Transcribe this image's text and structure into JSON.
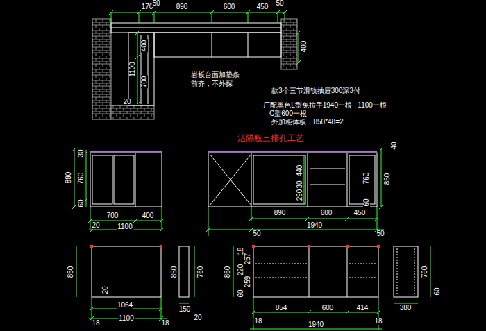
{
  "diagram": {
    "labels": [
      "170",
      "50",
      "890",
      "600",
      "450",
      "50",
      "400",
      "1100",
      "700",
      "20",
      "400",
      "岩板台面加垫条",
      "前齐，不外探",
      "款3个三节滑轨抽屉300深3付",
      "厂配黑色L型免拉手1940一根   1100一根",
      "C型600一根",
      "外加柜体板：850*48=2",
      "活隔板三排孔工艺",
      "30",
      "890",
      "760",
      "60",
      "700",
      "400",
      "20",
      "1100",
      "40",
      "440",
      "30",
      "290",
      "760",
      "850",
      "60",
      "890",
      "600",
      "450",
      "1940",
      "50",
      "50",
      "850",
      "20",
      "1064",
      "18",
      "1100",
      "18",
      "850",
      "760",
      "150",
      "20",
      "850",
      "18",
      "257",
      "220",
      "259",
      "60",
      "18",
      "854",
      "600",
      "414",
      "1940",
      "18",
      "380",
      "760",
      "60"
    ]
  }
}
